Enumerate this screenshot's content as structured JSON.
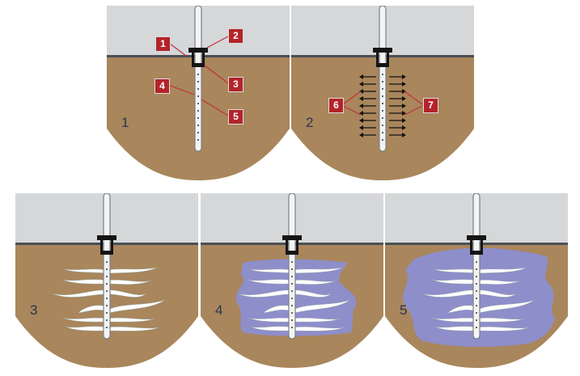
{
  "title": "Stages of injection through a perforated injection tube with packer",
  "colors": {
    "sky": "#d5d7d9",
    "ground_line": "#4a4f55",
    "soil": "#a9865c",
    "fissure": "#ffffff",
    "grout": "#8c8ed0",
    "callout": "#b3242a",
    "packer": "#151515"
  },
  "panels": [
    {
      "number": "1",
      "callouts": [
        "1",
        "2",
        "3",
        "4",
        "5"
      ]
    },
    {
      "number": "2",
      "callouts": [
        "6",
        "7"
      ]
    },
    {
      "number": "3",
      "callouts": []
    },
    {
      "number": "4",
      "callouts": []
    },
    {
      "number": "5",
      "callouts": []
    }
  ]
}
